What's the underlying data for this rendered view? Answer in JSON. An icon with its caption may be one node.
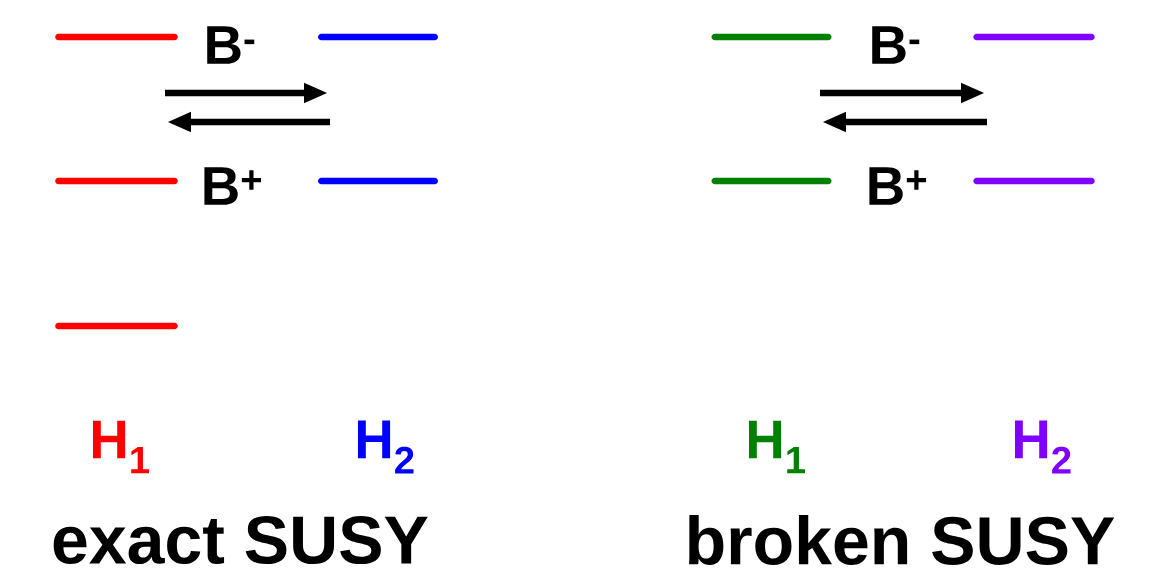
{
  "diagram": {
    "nodes": [
      {
        "text": [],
        "shape": "bar"
      },
      {
        "text": [],
        "shape": "bar"
      },
      {
        "text": [],
        "shape": "bar"
      },
      {
        "text": [],
        "shape": "bar"
      },
      {
        "text": [],
        "shape": "bar"
      },
      {
        "text": [],
        "shape": "bar"
      },
      {
        "text": [],
        "shape": "bar"
      },
      {
        "text": [],
        "shape": "bar"
      },
      {
        "text": [],
        "shape": "bar"
      }
    ],
    "labels": [
      "B$^{-}$",
      "B$^{+}$",
      "H$_{1}$",
      "H$_{2}$",
      "exact SUSY",
      "B$^{-}$",
      "B$^{+}$",
      "H$_{1}$",
      "H$_{2}$",
      "broken SUSY"
    ]
  }
}
